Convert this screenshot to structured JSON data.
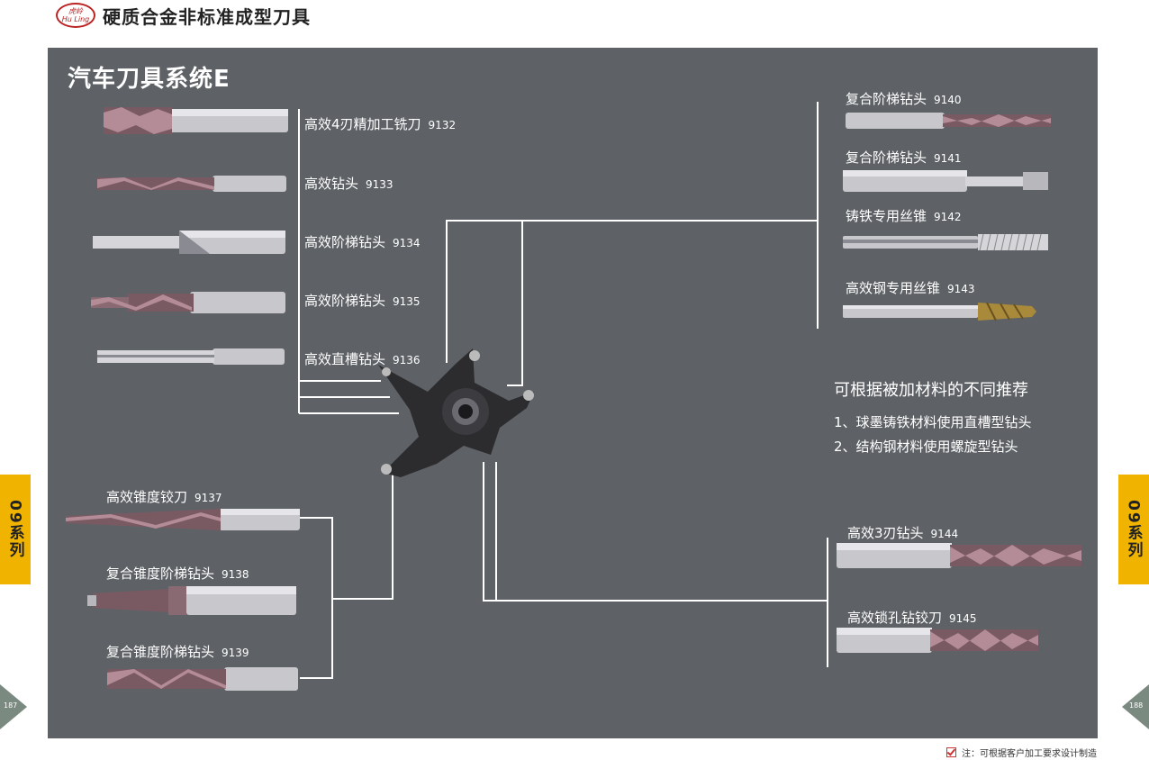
{
  "header": {
    "logo_text_1": "虎岭",
    "logo_text_2": "Hu Ling",
    "title": "硬质合金非标准成型刀具"
  },
  "section": {
    "title": "汽车刀具系统E"
  },
  "tools": {
    "t9132": {
      "name": "高效4刃精加工铣刀",
      "code": "9132"
    },
    "t9133": {
      "name": "高效钻头",
      "code": "9133"
    },
    "t9134": {
      "name": "高效阶梯钻头",
      "code": "9134"
    },
    "t9135": {
      "name": "高效阶梯钻头",
      "code": "9135"
    },
    "t9136": {
      "name": "高效直槽钻头",
      "code": "9136"
    },
    "t9137": {
      "name": "高效锥度铰刀",
      "code": "9137"
    },
    "t9138": {
      "name": "复合锥度阶梯钻头",
      "code": "9138"
    },
    "t9139": {
      "name": "复合锥度阶梯钻头",
      "code": "9139"
    },
    "t9140": {
      "name": "复合阶梯钻头",
      "code": "9140"
    },
    "t9141": {
      "name": "复合阶梯钻头",
      "code": "9141"
    },
    "t9142": {
      "name": "铸铁专用丝锥",
      "code": "9142"
    },
    "t9143": {
      "name": "高效钢专用丝锥",
      "code": "9143"
    },
    "t9144": {
      "name": "高效3刃钻头",
      "code": "9144"
    },
    "t9145": {
      "name": "高效锁孔钻铰刀",
      "code": "9145"
    }
  },
  "recommend": {
    "title": "可根据被加材料的不同推荐",
    "item1": "1、球墨铸铁材料使用直槽型钻头",
    "item2": "2、结构钢材料使用螺旋型钻头"
  },
  "side_tabs": {
    "left": "09系列",
    "right": "09系列"
  },
  "pages": {
    "left": "187",
    "right": "188"
  },
  "footer": {
    "note": "注：可根据客户加工要求设计制造"
  },
  "colors": {
    "panel": "#5e6266",
    "tab": "#f0b400",
    "steel": "#c8c8cc",
    "flute": "#8a5a66"
  }
}
